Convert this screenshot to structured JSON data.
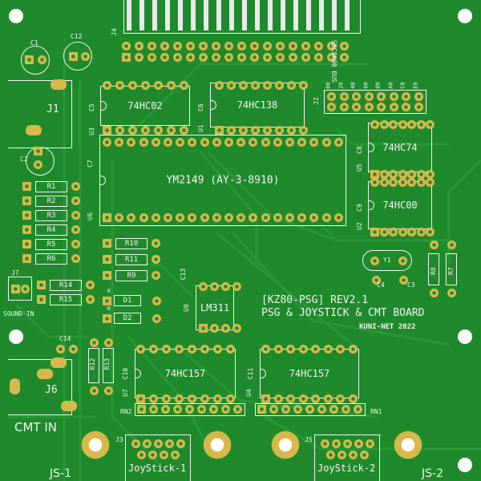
{
  "title_line1": "[KZ80-PSG] REV2.1",
  "title_line2": "PSG & JOYSTICK & CMT BOARD",
  "credit": "KUNI-NET 2022",
  "bus_label": "SBC8080 BUS",
  "chips": [
    {
      "ref": "U3",
      "name": "74HC02",
      "cap": "C5"
    },
    {
      "ref": "U1",
      "name": "74HC138",
      "cap": "C6"
    },
    {
      "ref": "U5",
      "name": "74HC74",
      "cap": "C8"
    },
    {
      "ref": "U2",
      "name": "74HC00",
      "cap": "C9"
    },
    {
      "ref": "U6",
      "name": "YM2149  (AY-3-8910)",
      "cap": "C7"
    },
    {
      "ref": "U8",
      "name": "LM311",
      "cap": "C13"
    },
    {
      "ref": "U7",
      "name": "74HC157",
      "cap": "C10"
    },
    {
      "ref": "U4",
      "name": "74HC157",
      "cap": "C11"
    }
  ],
  "resistors_left": [
    "R1",
    "R2",
    "R3",
    "R4",
    "R5",
    "R6"
  ],
  "resistors_mid": [
    "R10",
    "R11",
    "R9"
  ],
  "resistors_sound": [
    "R14",
    "R15"
  ],
  "resistors_vertical": [
    "R12",
    "R13",
    "R8",
    "R7"
  ],
  "diodes": [
    "D1",
    "D2"
  ],
  "diode_k": "K",
  "crystal": "Y1",
  "caps": [
    "C1",
    "C12",
    "C2",
    "C14",
    "C4",
    "C3"
  ],
  "jacks": [
    "J1",
    "J6",
    "J7"
  ],
  "j4": "J4",
  "j2": "J2",
  "j2_addr": [
    "00",
    "20",
    "40",
    "60",
    "80",
    "A0",
    "C0",
    "E0"
  ],
  "sound_in": "SOUND-IN",
  "cmt_in": "CMT IN",
  "rn": [
    "RN2",
    "RN1"
  ],
  "joystick": [
    {
      "ref": "J3",
      "label": "JoyStick-1",
      "js": "JS-1"
    },
    {
      "ref": "J5",
      "label": "JoyStick-2",
      "js": "JS-2"
    }
  ]
}
